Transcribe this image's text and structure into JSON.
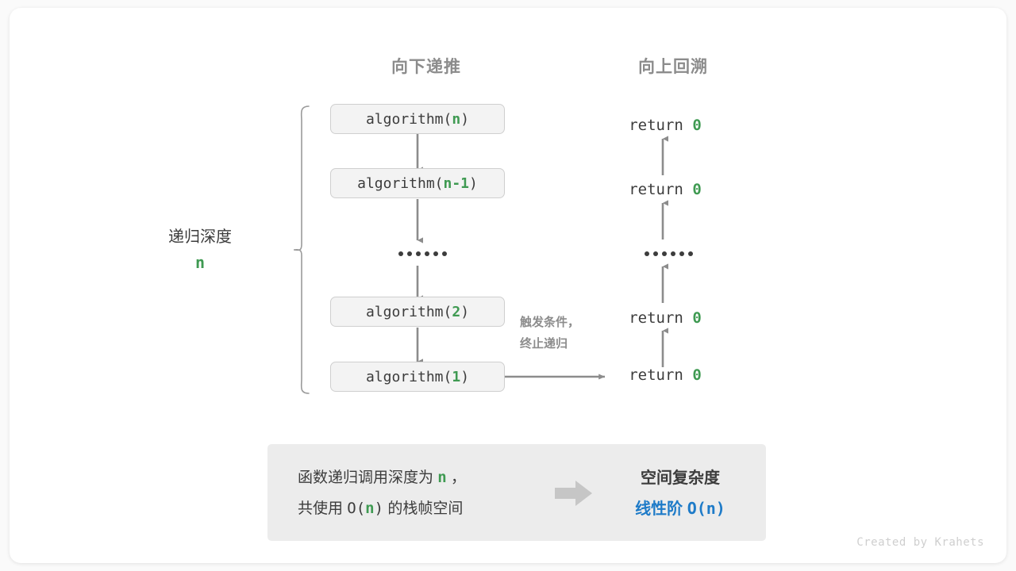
{
  "figure": {
    "title_left": "向下递推",
    "title_right": "向上回溯",
    "credit": "Created by Krahets"
  },
  "colors": {
    "accent_green": "#3f9a52",
    "accent_blue": "#1e7bc8",
    "text": "#3c3c3c",
    "muted": "#8c8c8c",
    "box_fill": "#f3f3f3",
    "panel_fill": "#ececec",
    "arrow": "#8c8c8c"
  },
  "depth_bracket": {
    "label": "递归深度",
    "value": "n"
  },
  "call_stack": [
    {
      "prefix": "algorithm(",
      "arg": "n",
      "suffix": ")",
      "type": "box"
    },
    {
      "prefix": "algorithm(",
      "arg": "n-1",
      "suffix": ")",
      "type": "box"
    },
    {
      "prefix": "",
      "arg": "",
      "suffix": "",
      "type": "ellipsis",
      "dots": 6
    },
    {
      "prefix": "algorithm(",
      "arg": "2",
      "suffix": ")",
      "type": "box"
    },
    {
      "prefix": "algorithm(",
      "arg": "1",
      "suffix": ")",
      "type": "box"
    }
  ],
  "return_stack": [
    {
      "keyword": "return",
      "value": "0",
      "type": "text"
    },
    {
      "keyword": "return",
      "value": "0",
      "type": "text"
    },
    {
      "keyword": "",
      "value": "",
      "type": "ellipsis",
      "dots": 6
    },
    {
      "keyword": "return",
      "value": "0",
      "type": "text"
    },
    {
      "keyword": "return",
      "value": "0",
      "type": "text"
    }
  ],
  "trigger_note": {
    "line1": "触发条件，",
    "line2": "终止递归"
  },
  "summary": {
    "left_line1_a": "函数递归调用深度为 ",
    "left_line1_n": "n",
    "left_line1_b": " ，",
    "left_line2_a": "共使用 ",
    "left_line2_o": "O(",
    "left_line2_n": "n",
    "left_line2_c": ")",
    "left_line2_b": " 的栈帧空间",
    "arrow_icon": "right-block-arrow-icon",
    "right_line1": "空间复杂度",
    "right_line2_a": "线性阶 ",
    "right_line2_b": "O(n)"
  }
}
